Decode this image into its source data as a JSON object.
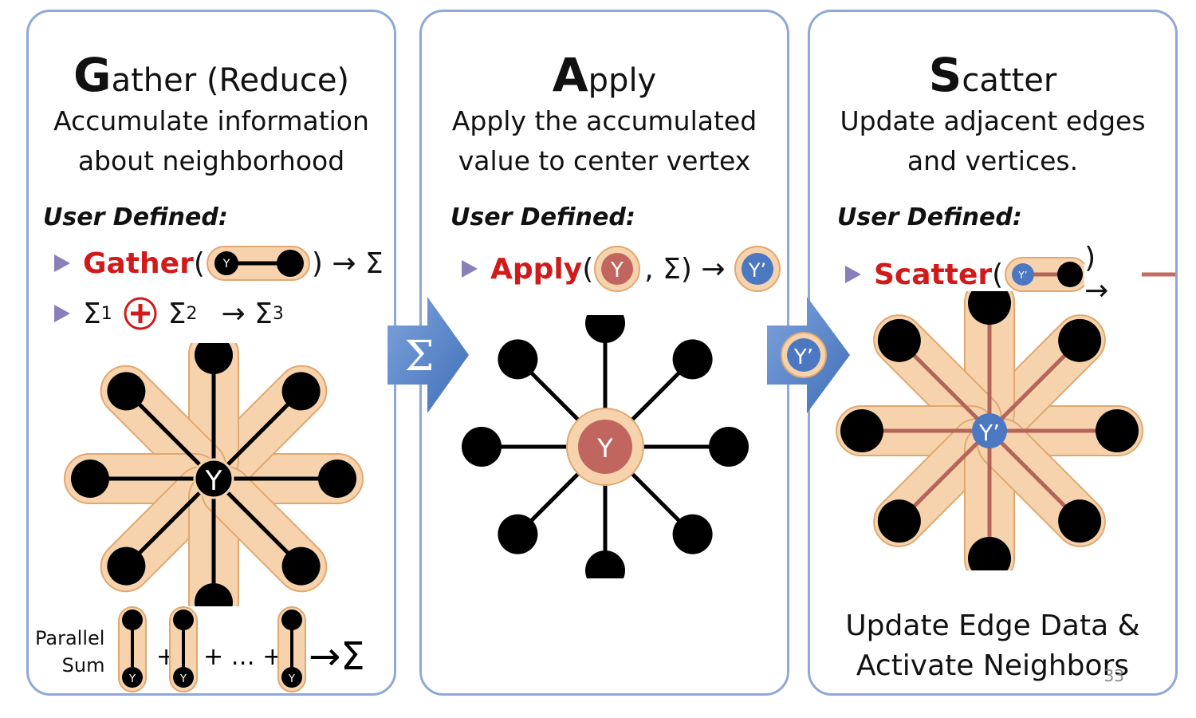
{
  "panels": [
    {
      "title_initial": "G",
      "title_rest": "ather (Reduce)",
      "description_line1": "Accumulate information",
      "description_line2": "about neighborhood",
      "user_defined": "User Defined:",
      "rule1_fn": "Gather",
      "rule1_tail": ") → Σ",
      "rule2_s1": "Σ",
      "rule2_sub1": "1",
      "rule2_s2": "Σ",
      "rule2_sub2": "2",
      "rule2_arrow": "→ Σ",
      "rule2_sub3": "3",
      "center_label": "Y",
      "parallel_sum_line1": "Parallel",
      "parallel_sum_line2": "Sum",
      "plus1": "+",
      "plus_ellipsis": "+ … +",
      "sum_result": "→Σ"
    },
    {
      "title_initial": "A",
      "title_rest": "pply",
      "description_line1": "Apply the accumulated",
      "description_line2": "value to center vertex",
      "user_defined": "User Defined:",
      "rule1_fn": "Apply",
      "rule1_mid": ", Σ) →",
      "vertex_in_label": "Y",
      "vertex_out_label": "Y’",
      "center_label": "Y"
    },
    {
      "title_initial": "S",
      "title_rest": "catter",
      "description_line1": "Update adjacent edges",
      "description_line2": "and vertices.",
      "user_defined": "User Defined:",
      "rule1_fn": "Scatter",
      "rule1_tail": ") →",
      "center_label": "Y’",
      "bottom_line1": "Update Edge Data &",
      "bottom_line2": "Activate Neighbors",
      "page_number": "33"
    }
  ],
  "arrows": [
    {
      "label": "Σ"
    },
    {
      "label": "Y’"
    }
  ],
  "colors": {
    "panel_border": "#8fa8d6",
    "function_red": "#d11a1a",
    "highlight_peach": "#f6d3ad",
    "vertex_red": "#c0665e",
    "vertex_blue": "#4b78c0",
    "arrow_blue": "#5b86c8",
    "edge_red": "#b5645a"
  }
}
